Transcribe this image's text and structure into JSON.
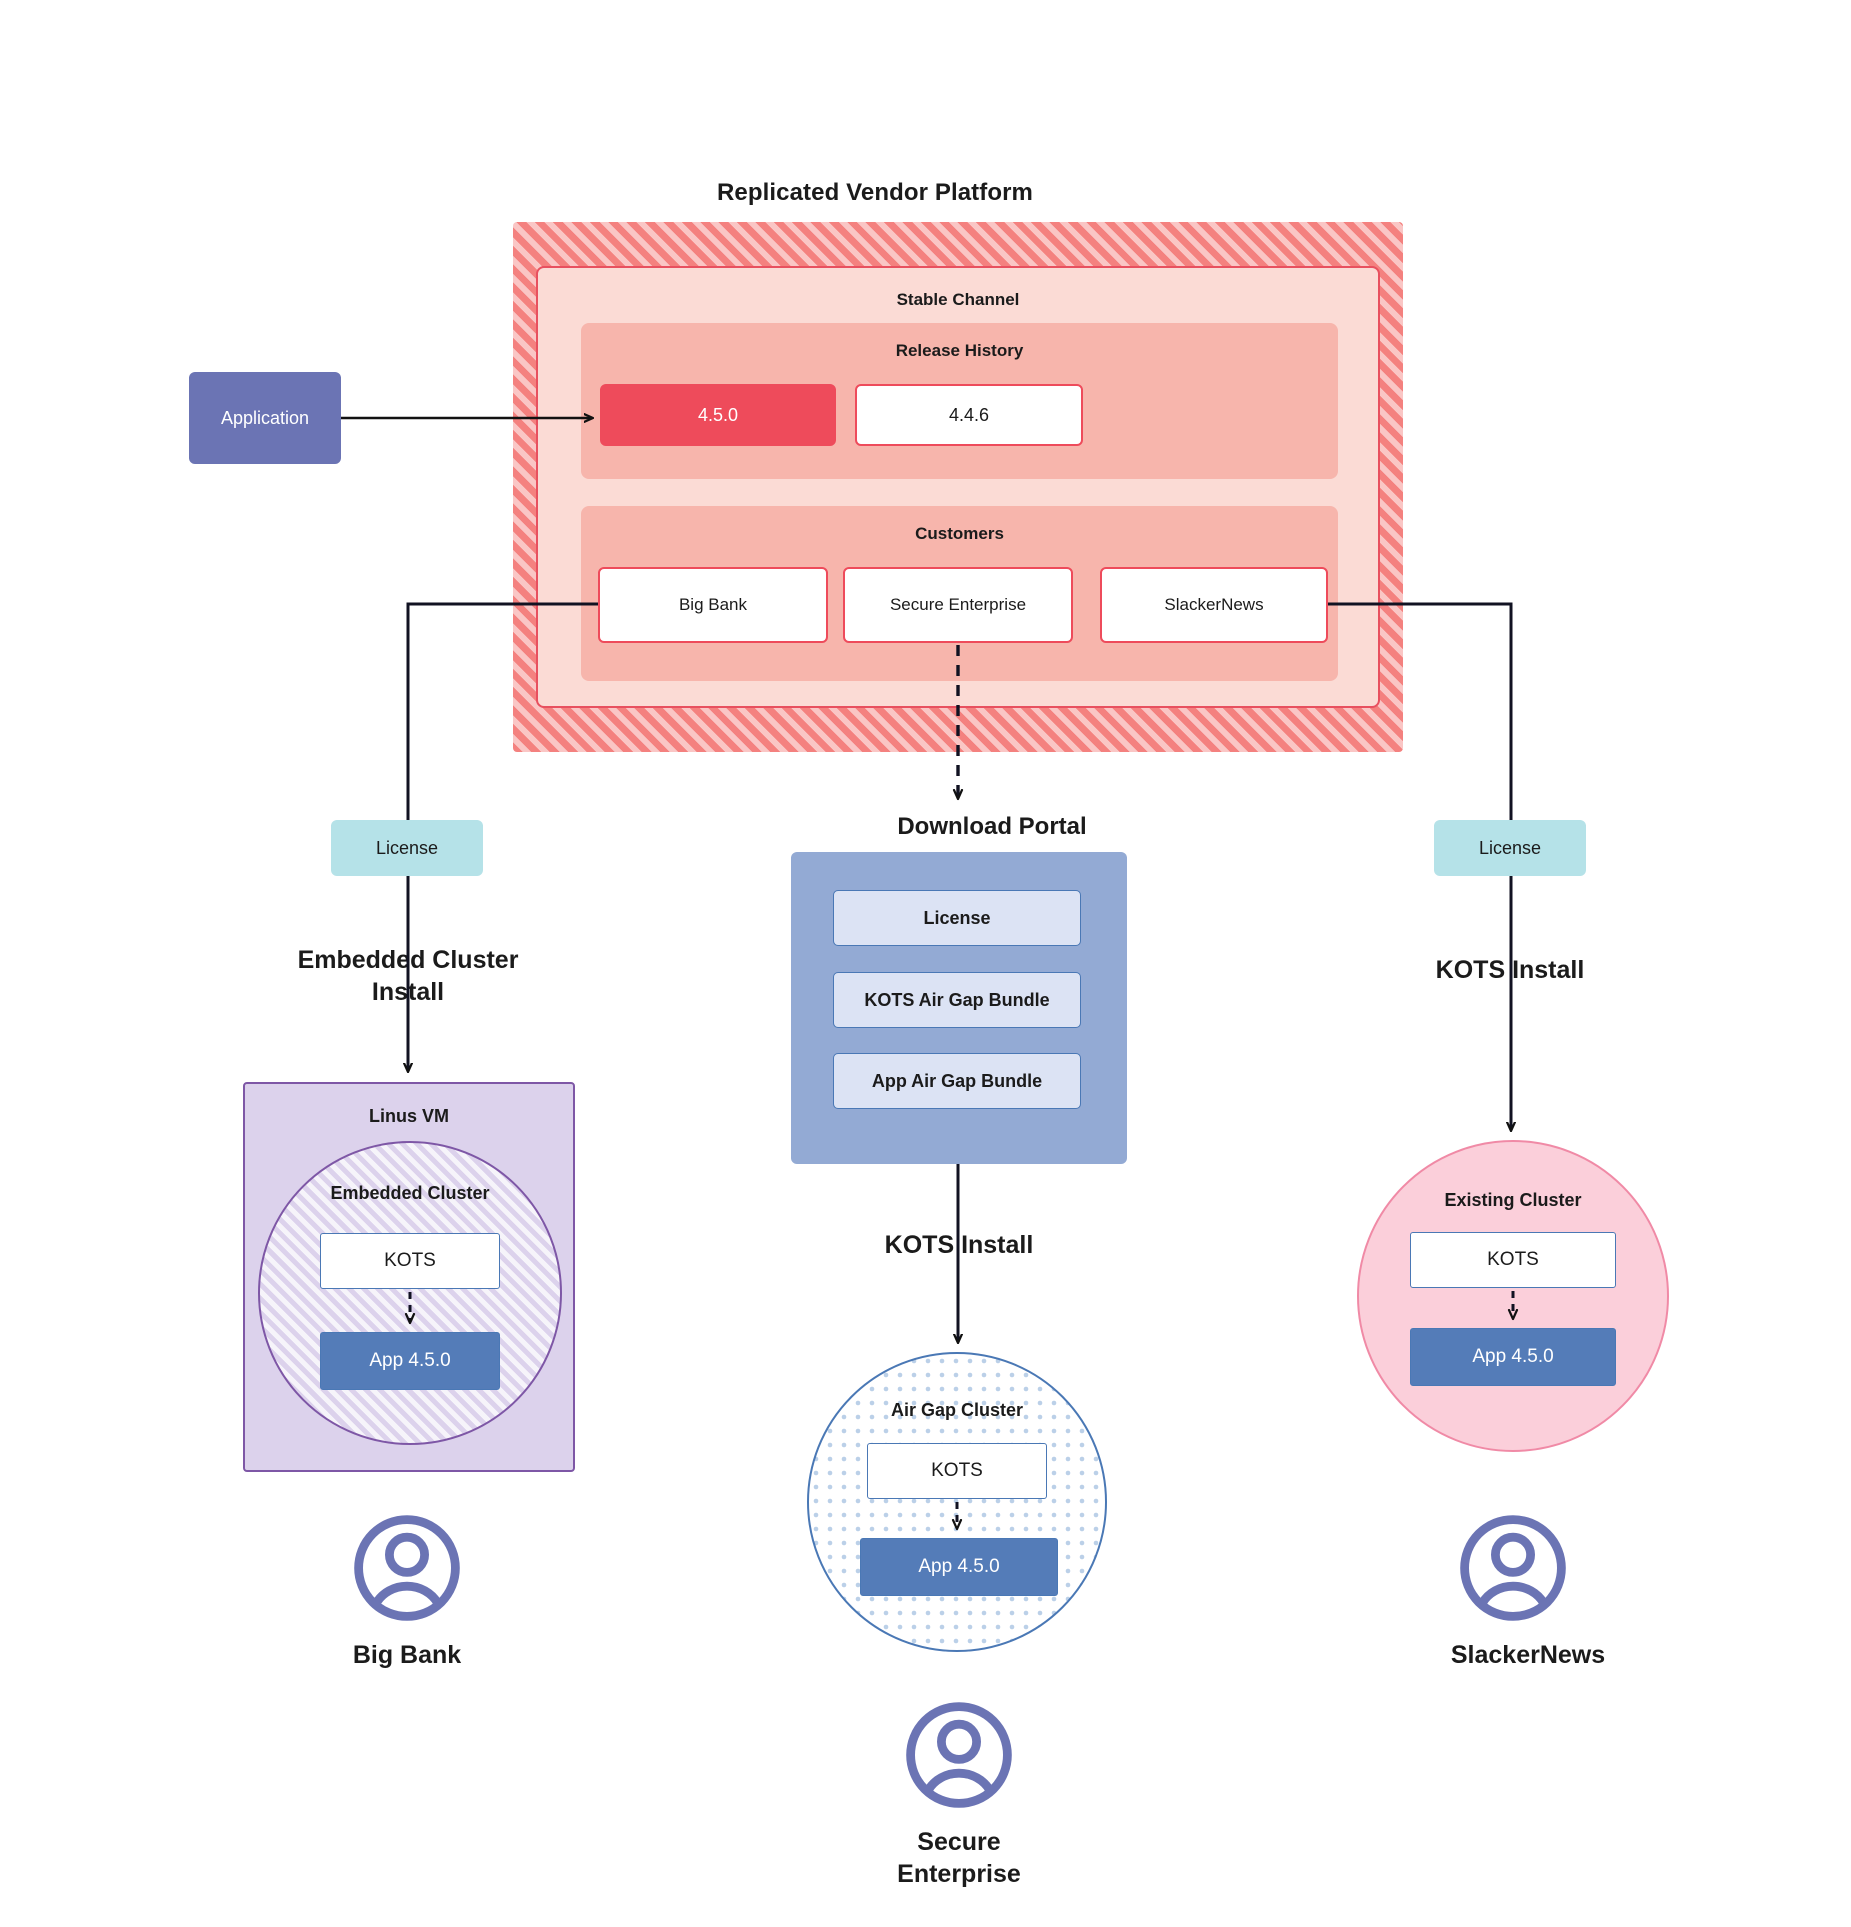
{
  "diagram": {
    "title": "Replicated Vendor Platform",
    "platform": {
      "channel_label": "Stable Channel",
      "release_history": {
        "label": "Release History",
        "releases": [
          {
            "version": "4.5.0",
            "state": "current"
          },
          {
            "version": "4.4.6",
            "state": "previous"
          }
        ]
      },
      "customers": {
        "label": "Customers",
        "items": [
          {
            "name": "Big Bank"
          },
          {
            "name": "Secure\nEnterprise"
          },
          {
            "name": "SlackerNews"
          }
        ]
      }
    },
    "application_node": {
      "label": "Application"
    },
    "left_flow": {
      "license_label": "License",
      "install_label": "Embedded Cluster\nInstall",
      "vm_label": "Linus VM",
      "cluster_label": "Embedded Cluster",
      "kots_label": "KOTS",
      "app_label": "App 4.5.0",
      "persona": "Big Bank"
    },
    "center_flow": {
      "portal_title": "Download  Portal",
      "portal_items": [
        "License",
        "KOTS Air Gap Bundle",
        "App Air Gap Bundle"
      ],
      "install_label": "KOTS Install",
      "cluster_label": "Air Gap Cluster",
      "kots_label": "KOTS",
      "app_label": "App 4.5.0",
      "persona": "Secure\nEnterprise"
    },
    "right_flow": {
      "license_label": "License",
      "install_label": "KOTS Install",
      "cluster_label": "Existing Cluster",
      "kots_label": "KOTS",
      "app_label": "App 4.5.0",
      "persona": "SlackerNews"
    },
    "colors": {
      "platform_hatch": "#F4817F",
      "channel_fill": "#FBDBD5",
      "subpanel_fill": "#F7B5AC",
      "release_current": "#EE4B5B",
      "application": "#6B74B4",
      "license_chip": "#B5E2E8",
      "portal": "#93AAD4",
      "portal_item": "#DCE3F4",
      "vm_purple": "#DCD2EC",
      "vm_border": "#7E57A6",
      "airgap_border": "#4A78B5",
      "existing_fill": "#FBCFDA",
      "existing_border": "#F08AA6",
      "app_box": "#547CB8",
      "persona_icon": "#6B74B4",
      "connector": "#111111"
    }
  }
}
